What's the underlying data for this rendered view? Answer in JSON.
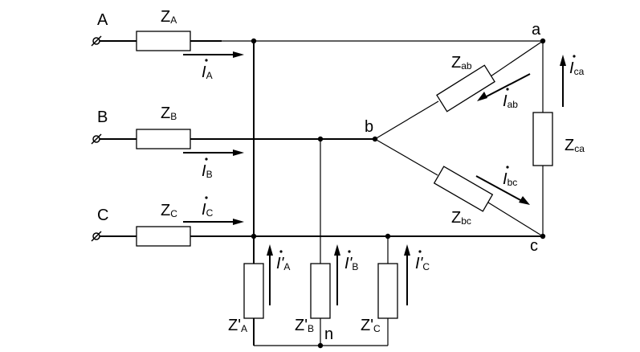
{
  "terminals": {
    "A": "A",
    "B": "B",
    "C": "C"
  },
  "nodes": {
    "a": "a",
    "b": "b",
    "c": "c",
    "n": "n"
  },
  "line_impedances": {
    "A": {
      "base": "Z",
      "sub": "A"
    },
    "B": {
      "base": "Z",
      "sub": "B"
    },
    "C": {
      "base": "Z",
      "sub": "C"
    }
  },
  "delta_impedances": {
    "ab": {
      "base": "Z",
      "sub": "ab"
    },
    "bc": {
      "base": "Z",
      "sub": "bc"
    },
    "ca": {
      "base": "Z",
      "sub": "ca"
    }
  },
  "star_impedances": {
    "A": {
      "base": "Z'",
      "sub": "A"
    },
    "B": {
      "base": "Z'",
      "sub": "B"
    },
    "C": {
      "base": "Z'",
      "sub": "C"
    }
  },
  "line_currents": {
    "A": {
      "base": "I",
      "sub": "A"
    },
    "B": {
      "base": "I",
      "sub": "B"
    },
    "C": {
      "base": "I",
      "sub": "C"
    }
  },
  "delta_currents": {
    "ab": {
      "base": "I",
      "sub": "ab"
    },
    "bc": {
      "base": "I",
      "sub": "bc"
    },
    "ca": {
      "base": "I",
      "sub": "ca"
    }
  },
  "star_currents": {
    "A": {
      "base": "I'",
      "sub": "A"
    },
    "B": {
      "base": "I'",
      "sub": "B"
    },
    "C": {
      "base": "I'",
      "sub": "C"
    }
  }
}
